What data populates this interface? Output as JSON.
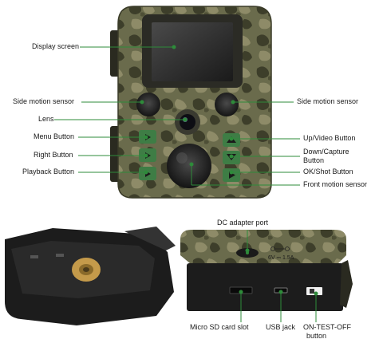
{
  "labels": {
    "display_screen": "Display screen",
    "side_motion_sensor_left": "Side motion sensor",
    "side_motion_sensor_right": "Side motion sensor",
    "lens": "Lens",
    "menu_button": "Menu Button",
    "right_button": "Right Button",
    "playback_button": "Playback Button",
    "up_video_button": "Up/Video Button",
    "down_capture_line1": "Down/Capture",
    "down_capture_line2": "Button",
    "ok_shot_button": "OK/Shot Button",
    "front_motion_sensor": "Front motion sensor",
    "dc_adapter_port": "DC adapter port",
    "dc_rating": "6V ⎓ 1.5A",
    "micro_sd_slot": "Micro SD card slot",
    "usb_jack": "USB jack",
    "on_test_off_line1": "ON-TEST-OFF",
    "on_test_off_line2": "button"
  },
  "colors": {
    "camo_base": "#6a6b4c",
    "camo_dark": "#3d3e2a",
    "camo_light": "#8e8b68",
    "callout_line": "#2e8b3a",
    "button_green": "#3e7d45",
    "body_black": "#1c1c1c"
  }
}
